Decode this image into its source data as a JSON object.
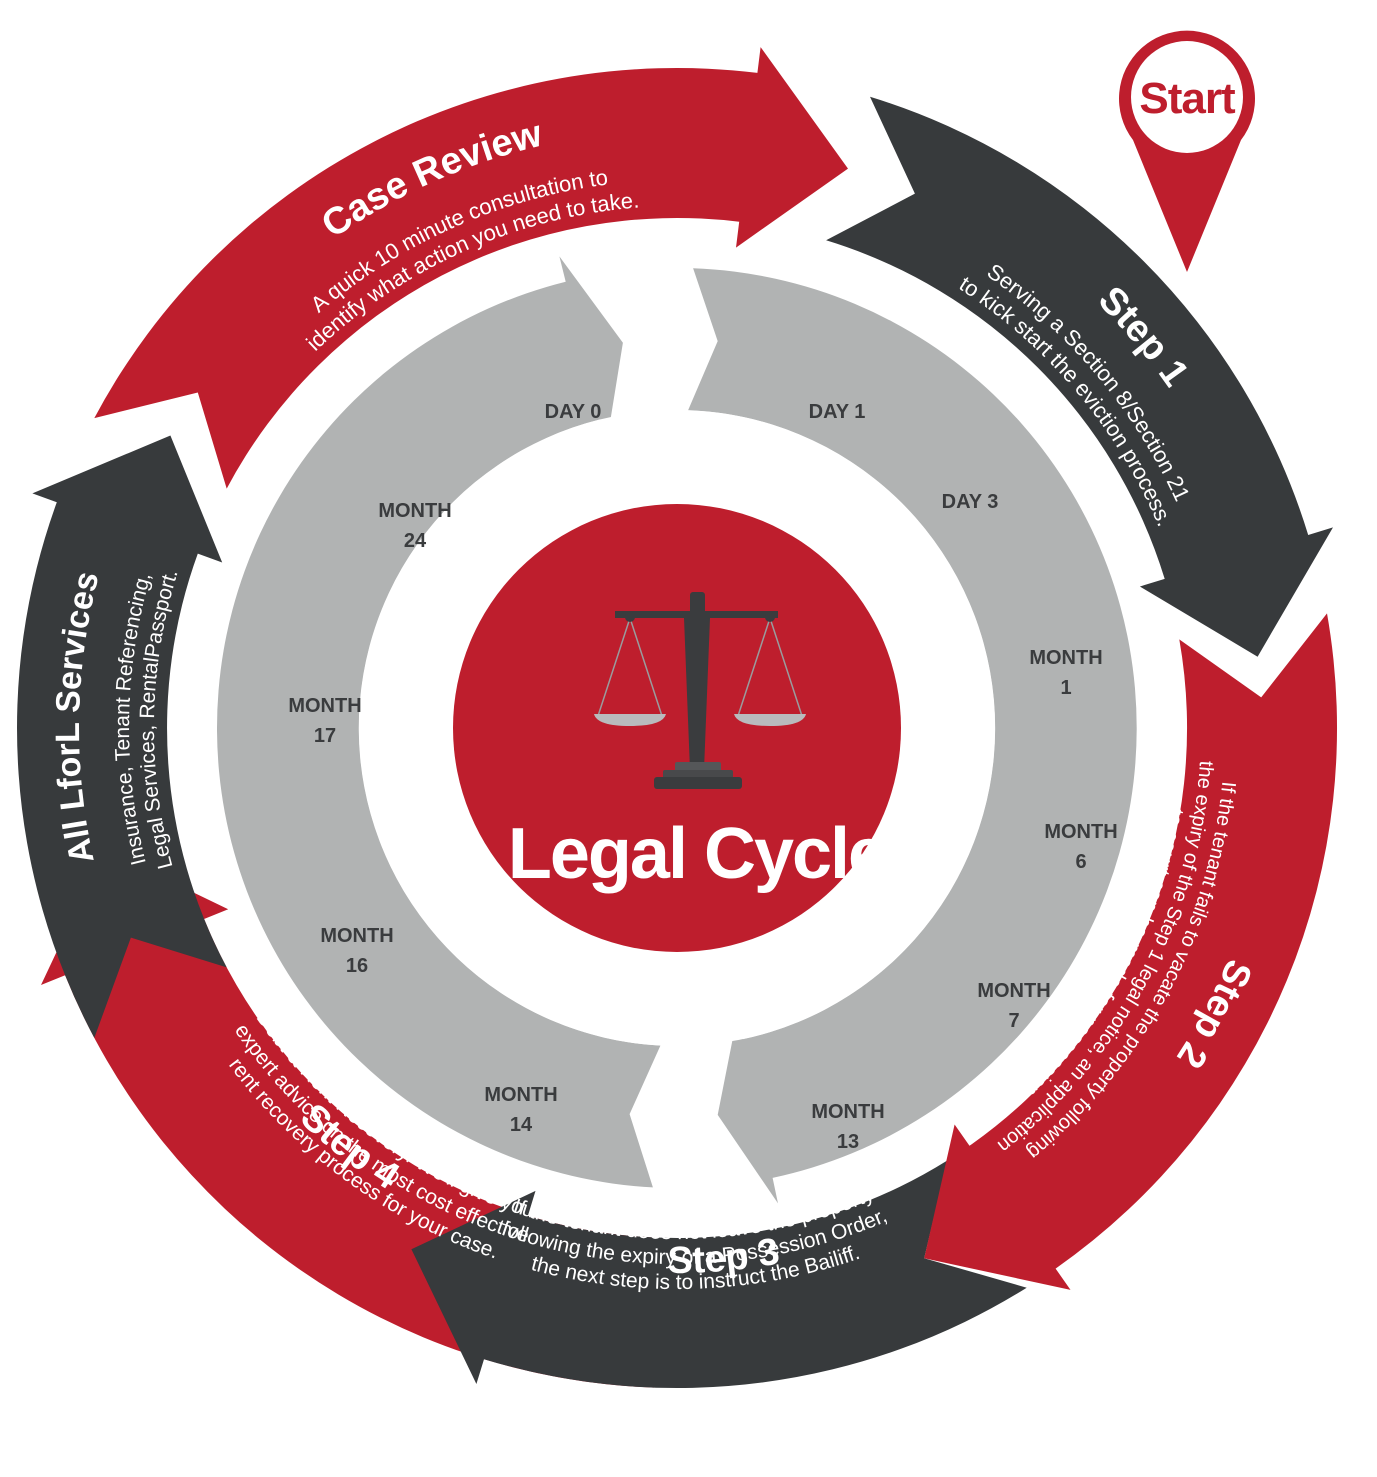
{
  "colors": {
    "red": "#be1e2d",
    "dark": "#373a3c",
    "grey": "#b1b3b3",
    "white": "#ffffff",
    "label": "#3a3c3e"
  },
  "start_marker": {
    "label": "Start"
  },
  "center": {
    "title": "Legal Cycle",
    "icon": "scales-of-justice-icon"
  },
  "outer_steps": [
    {
      "id": "case-review",
      "title": "Case Review",
      "lines": [
        "A quick 10 minute consultation to",
        "identify what action you need to take."
      ],
      "color": "red"
    },
    {
      "id": "step-1",
      "title": "Step 1",
      "lines": [
        "Serving a Section 8/Section 21",
        "to kick start the eviction process."
      ],
      "color": "dark"
    },
    {
      "id": "step-2",
      "title": "Step 2",
      "lines": [
        "If the tenant fails to vacate the property following",
        "the expiry of the Step 1 legal notice, an application",
        "to court can be made for possession."
      ],
      "color": "red"
    },
    {
      "id": "step-3",
      "title": "Step 3",
      "lines": [
        "If the tenant does not leave the property",
        "following the expiry of a Possession Order,",
        "the next step is to instruct the Bailiff."
      ],
      "color": "dark"
    },
    {
      "id": "step-4",
      "title": "Step 4",
      "lines": [
        "Debt & Rent Recovery. We'll give you",
        "expert advice on the most cost effective",
        "rent recovery process for your case."
      ],
      "color": "red"
    },
    {
      "id": "services",
      "title": "All LforL Services",
      "lines": [
        "Insurance, Tenant Referencing,",
        "Legal Services, RentalPassport."
      ],
      "color": "dark"
    }
  ],
  "timeline": [
    {
      "id": "day-0",
      "lines": [
        "DAY 0"
      ]
    },
    {
      "id": "day-1",
      "lines": [
        "DAY 1"
      ]
    },
    {
      "id": "day-3",
      "lines": [
        "DAY 3"
      ]
    },
    {
      "id": "month-1",
      "lines": [
        "MONTH",
        "1"
      ]
    },
    {
      "id": "month-6",
      "lines": [
        "MONTH",
        "6"
      ]
    },
    {
      "id": "month-7",
      "lines": [
        "MONTH",
        "7"
      ]
    },
    {
      "id": "month-13",
      "lines": [
        "MONTH",
        "13"
      ]
    },
    {
      "id": "month-14",
      "lines": [
        "MONTH",
        "14"
      ]
    },
    {
      "id": "month-16",
      "lines": [
        "MONTH",
        "16"
      ]
    },
    {
      "id": "month-17",
      "lines": [
        "MONTH",
        "17"
      ]
    },
    {
      "id": "month-24",
      "lines": [
        "MONTH",
        "24"
      ]
    }
  ]
}
